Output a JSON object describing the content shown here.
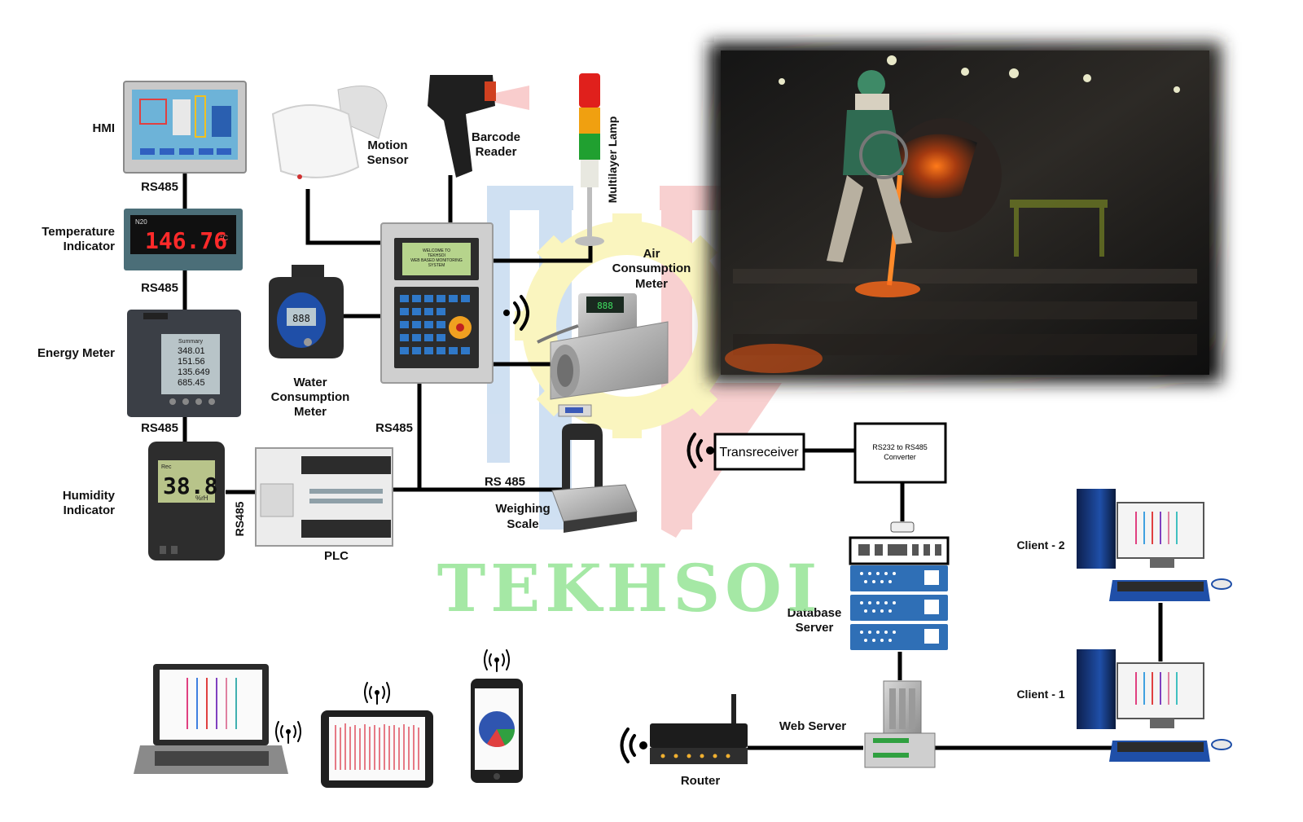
{
  "labels": {
    "hmi": "HMI",
    "temperature_indicator": [
      "Temperature",
      "Indicator"
    ],
    "energy_meter": "Energy Meter",
    "humidity_indicator": [
      "Humidity",
      "Indicator"
    ],
    "rs485_1": "RS485",
    "rs485_2": "RS485",
    "rs485_3": "RS485",
    "rs485_plc": "RS485",
    "rs485_main": "RS485",
    "rs485_scale": "RS 485",
    "motion_sensor": [
      "Motion",
      "Sensor"
    ],
    "barcode_reader": [
      "Barcode",
      "Reader"
    ],
    "multilayer_lamp": "Multilayer Lamp",
    "air_meter": [
      "Air",
      "Consumption",
      "Meter"
    ],
    "water_meter": [
      "Water",
      "Consumption",
      "Meter"
    ],
    "plc": "PLC",
    "weighing_scale": [
      "Weighing",
      "Scale"
    ],
    "transreceiver": "Transreceiver",
    "converter": [
      "RS232 to RS485",
      "Converter"
    ],
    "database_server": [
      "Database",
      "Server"
    ],
    "web_server": "Web Server",
    "router": "Router",
    "client_2": "Client - 2",
    "client_1": "Client - 1"
  },
  "brand": {
    "name": "TEKHSOI",
    "color": "#8fe38f"
  },
  "devices": {
    "temp_display": "146.76",
    "temp_unit": "°C",
    "temp_tag": "N20",
    "energy_title": "Summary",
    "energy_values": [
      "348.01",
      "151.56",
      "135.649",
      "685.45"
    ],
    "humidity_value": "38.8",
    "humidity_unit": "%rH",
    "humidity_tag": "Rec",
    "water_value": "888",
    "air_value": "888",
    "controller_screen": [
      "WELCOME TO",
      "TEKHSOI",
      "WEB BASED MONITORING",
      "SYSTEM"
    ]
  },
  "colors": {
    "wire": "#000000",
    "watermark_blue": "#a9c7e8",
    "watermark_red": "#f4aaaa",
    "watermark_yellow": "#f7ee8c",
    "server_blue": "#2f6fb6"
  }
}
